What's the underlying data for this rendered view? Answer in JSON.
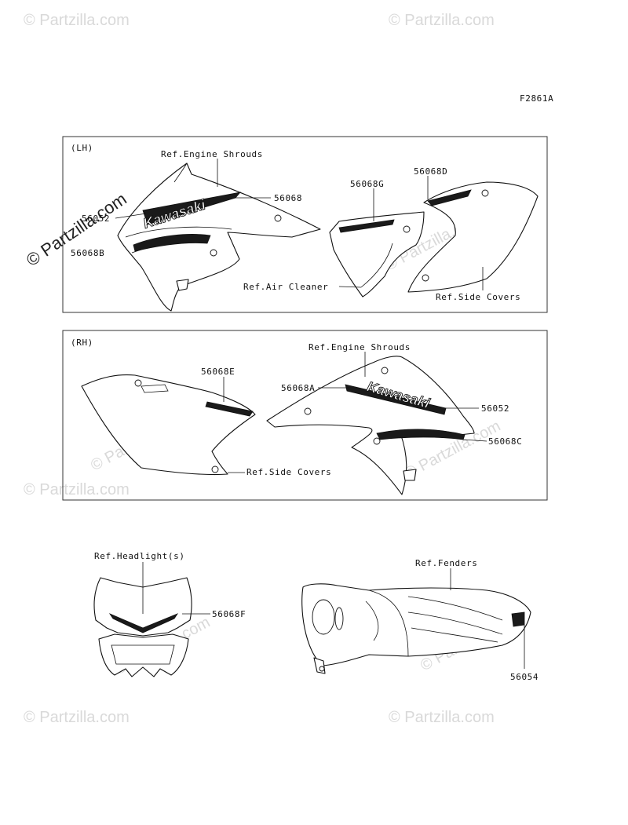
{
  "figure_code": "F2861A",
  "watermark": "© Partzilla.com",
  "colors": {
    "line": "#111111",
    "box": "#333333",
    "watermark": "#d9d9d9"
  },
  "panel_lh": {
    "side_label": "(LH)",
    "labels": {
      "engine_shrouds": "Ref.Engine Shrouds",
      "part_56068": "56068",
      "part_56052": "56052",
      "part_56068b": "56068B",
      "part_56068g": "56068G",
      "part_56068d": "56068D",
      "air_cleaner": "Ref.Air Cleaner",
      "side_covers": "Ref.Side Covers"
    },
    "decal_text": "Kawasaki"
  },
  "panel_rh": {
    "side_label": "(RH)",
    "labels": {
      "engine_shrouds": "Ref.Engine Shrouds",
      "part_56068e": "56068E",
      "part_56068a": "56068A",
      "part_56052": "56052",
      "part_56068c": "56068C",
      "side_covers": "Ref.Side Covers"
    },
    "decal_text": "Kawasaki"
  },
  "bottom": {
    "labels": {
      "headlight": "Ref.Headlight(s)",
      "part_56068f": "56068F",
      "fenders": "Ref.Fenders",
      "part_56054": "56054"
    }
  }
}
